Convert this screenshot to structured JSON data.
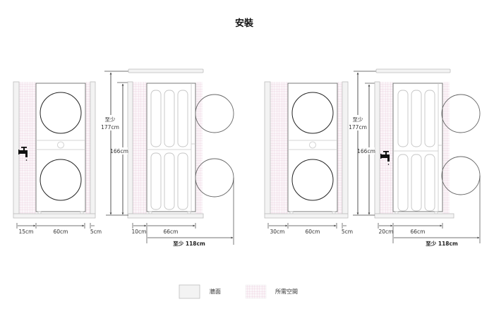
{
  "title": "安裝",
  "colors": {
    "wall_fill": "#f3f3f3",
    "required_space_grid": "#e6c3d6",
    "machine_outline": "#6a6a6a",
    "door_circle": "#222222"
  },
  "diagrams": [
    {
      "front": {
        "left_gap": "15cm",
        "width": "60cm",
        "right_gap": "5cm"
      },
      "side": {
        "min_label": "至少",
        "total_height": "177cm",
        "height": "166cm",
        "back_gap": "10cm",
        "depth": "66cm",
        "door_clearance": "至少 118cm"
      }
    },
    {
      "front": {
        "left_gap": "30cm",
        "width": "60cm",
        "right_gap": "5cm"
      },
      "side": {
        "min_label": "至少",
        "total_height": "177cm",
        "height": "166cm",
        "back_gap": "20cm",
        "depth": "66cm",
        "door_clearance": "至少 118cm"
      }
    }
  ],
  "legend": [
    {
      "label": "牆面",
      "swatch": "wall"
    },
    {
      "label": "所需空間",
      "swatch": "required-space"
    }
  ]
}
